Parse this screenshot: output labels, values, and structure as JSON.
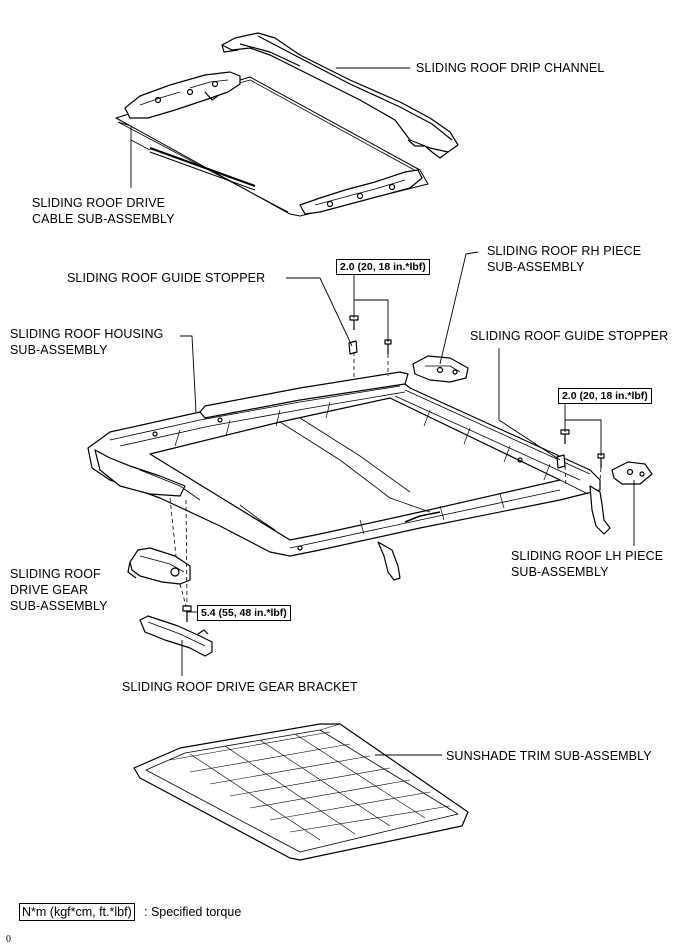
{
  "labels": {
    "drip_channel": "SLIDING ROOF DRIP CHANNEL",
    "drive_cable_1": "SLIDING ROOF DRIVE",
    "drive_cable_2": "CABLE SUB-ASSEMBLY",
    "rh_piece_1": "SLIDING ROOF RH PIECE",
    "rh_piece_2": "SUB-ASSEMBLY",
    "guide_stopper_left": "SLIDING ROOF GUIDE STOPPER",
    "housing_1": "SLIDING ROOF HOUSING",
    "housing_2": "SUB-ASSEMBLY",
    "guide_stopper_right": "SLIDING ROOF GUIDE STOPPER",
    "lh_piece_1": "SLIDING ROOF LH PIECE",
    "lh_piece_2": "SUB-ASSEMBLY",
    "drive_gear_1": "SLIDING ROOF",
    "drive_gear_2": "DRIVE GEAR",
    "drive_gear_3": "SUB-ASSEMBLY",
    "drive_gear_bracket": "SLIDING ROOF DRIVE GEAR BRACKET",
    "sunshade": "SUNSHADE TRIM SUB-ASSEMBLY"
  },
  "torques": {
    "rh_stopper": "2.0 (20, 18 in.*lbf)",
    "lh_stopper": "2.0 (20, 18 in.*lbf)",
    "drive_gear": "5.4 (55, 48 in.*lbf)"
  },
  "legend": {
    "unit_box": "N*m (kgf*cm, ft.*lbf)",
    "description": ": Specified torque"
  },
  "footer_ref": "0"
}
